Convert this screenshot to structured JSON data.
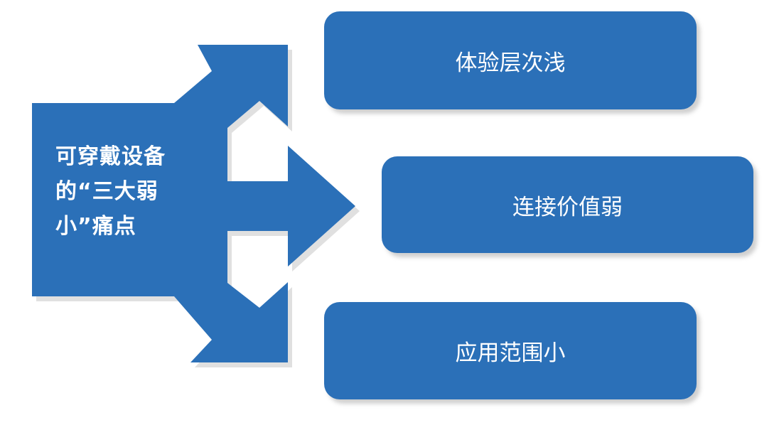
{
  "hub": {
    "lines": [
      "可穿戴设备",
      "的“三大弱",
      "小”痛点"
    ]
  },
  "boxes": [
    {
      "label": "体验层次浅"
    },
    {
      "label": "连接价值弱"
    },
    {
      "label": "应用范围小"
    }
  ],
  "colors": {
    "fill": "#2b70b8",
    "text": "#ffffff",
    "shadow": "#d0d0d0"
  }
}
